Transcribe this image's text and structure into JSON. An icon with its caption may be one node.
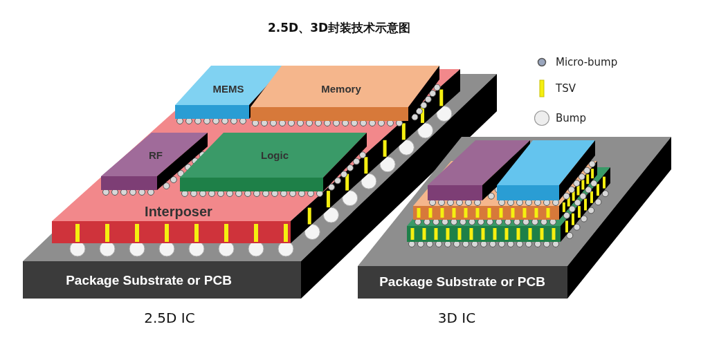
{
  "diagram": {
    "title": "2.5D、3D封装技术示意图",
    "nodes": [
      {
        "text": [
          "Package Substrate or PCB"
        ]
      },
      {
        "text": [
          "Interposer"
        ],
        "in": 0
      },
      {
        "text": [
          "MEMS"
        ],
        "in": 1
      },
      {
        "text": [
          "Memory"
        ],
        "in": 1
      },
      {
        "text": [
          "RF"
        ],
        "in": 1
      },
      {
        "text": [
          "Logic"
        ],
        "in": 1
      },
      {
        "text": [
          "Package Substrate or PCB"
        ]
      },
      {
        "text": [],
        "shape": "box",
        "in": 6
      },
      {
        "text": [],
        "shape": "box",
        "in": 7
      },
      {
        "text": [],
        "shape": "box",
        "in": 6
      },
      {
        "text": [],
        "shape": "box",
        "in": 6
      }
    ],
    "labels": [
      "2.5D IC",
      "3D IC"
    ],
    "legend": [
      {
        "text": "Micro-bump"
      },
      {
        "text": "TSV"
      },
      {
        "text": "Bump"
      }
    ]
  }
}
